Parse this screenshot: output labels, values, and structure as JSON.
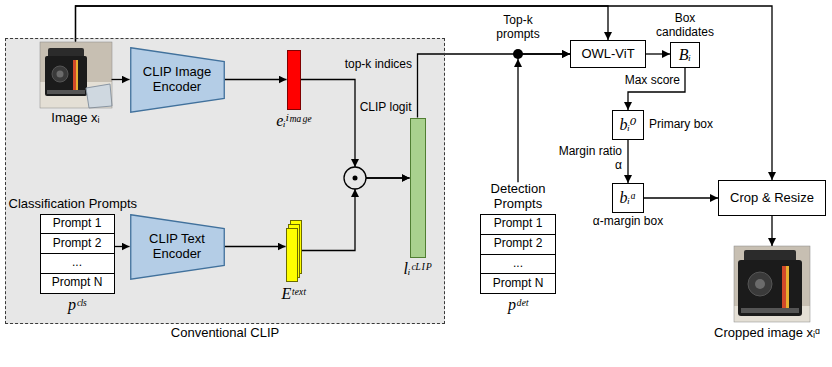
{
  "diagram": {
    "nodes": [
      {
        "text": [
          "Conventional CLIP"
        ]
      },
      {
        "text": [
          "Image xᵢ"
        ],
        "in": 0
      },
      {
        "text": [
          "CLIP Image Encoder"
        ],
        "in": 0
      },
      {
        "text": [
          "eᵢⁱᵐᵃᵍᵉ"
        ],
        "in": 0
      },
      {
        "text": [
          "Classification Prompts",
          "Prompt 1",
          "Prompt 2",
          "...",
          "Prompt N",
          "pᶜˡˢ"
        ],
        "in": 0
      },
      {
        "text": [
          "CLIP Text Encoder"
        ],
        "in": 0
      },
      {
        "text": [
          "Eᵗᵉˣᵗ"
        ],
        "in": 0
      },
      {
        "text": [
          "CLIP logit",
          "lᵢᶜᴸᴵᴾ"
        ],
        "in": 0
      },
      {
        "text": [
          "Detection Prompts",
          "Prompt 1",
          "Prompt 2",
          "...",
          "Prompt N",
          "pᵈᵉᵗ"
        ]
      },
      {
        "text": [
          "OWL-ViT"
        ]
      },
      {
        "text": [
          "Box candidates",
          "Bᵢ"
        ]
      },
      {
        "text": [
          "bᵢ⁰",
          "Primary box"
        ]
      },
      {
        "text": [
          "bᵢᵅ",
          "α-margin box"
        ]
      },
      {
        "text": [
          "Crop & Resize"
        ]
      },
      {
        "text": [
          "Cropped image xᵢᵅ"
        ]
      }
    ],
    "edges": [
      {
        "from": 1,
        "to": 2,
        "arrow": "to"
      },
      {
        "from": 2,
        "to": 3,
        "arrow": "to"
      },
      {
        "from": 3,
        "to": 7,
        "arrow": "to"
      },
      {
        "from": 4,
        "to": 5,
        "arrow": "to"
      },
      {
        "from": 5,
        "to": 6,
        "arrow": "to"
      },
      {
        "from": 6,
        "to": 7,
        "arrow": "to"
      },
      {
        "from": 7,
        "to": 9,
        "label": "top-k indices",
        "arrow": "to"
      },
      {
        "from": 8,
        "to": 9,
        "arrow": "to"
      },
      {
        "from": 1,
        "to": 9,
        "arrow": "to"
      },
      {
        "from": 1,
        "to": 13,
        "arrow": "to"
      },
      {
        "from": 9,
        "to": 10,
        "arrow": "to"
      },
      {
        "from": 10,
        "to": 11,
        "label": "Max score",
        "arrow": "to"
      },
      {
        "from": 11,
        "to": 12,
        "label": "Margin ratio α",
        "arrow": "to"
      },
      {
        "from": 12,
        "to": 13,
        "arrow": "to"
      },
      {
        "from": 13,
        "to": 14,
        "arrow": "to"
      }
    ],
    "labels": [
      "Top-k prompts"
    ]
  }
}
